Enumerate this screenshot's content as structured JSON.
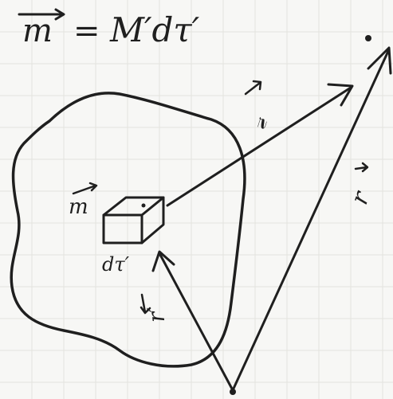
{
  "equation": {
    "lhs": "m",
    "equals": "=",
    "rhs": "M′dτ′"
  },
  "labels": {
    "m_cube": "m",
    "dtau_prime": "dτ′",
    "r_prime": "r′",
    "script_r": "𝓇",
    "r": "r"
  }
}
